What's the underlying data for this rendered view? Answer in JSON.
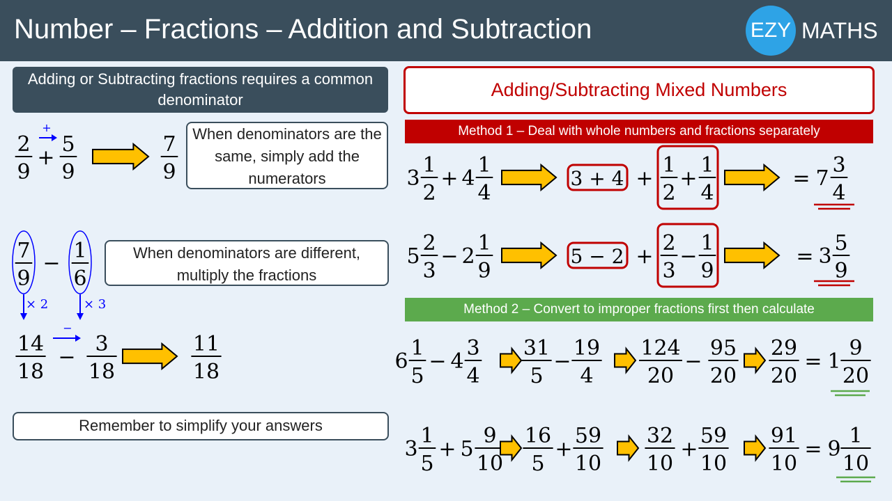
{
  "header": {
    "title": "Number – Fractions – Addition and Subtraction",
    "logo_circle": "EZY",
    "logo_text": "MATHS"
  },
  "left": {
    "banner": "Adding or Subtracting fractions requires a common denominator",
    "same_denominators_note": "When denominators are the same, simply add the numerators",
    "different_denominators_note": "When denominators are different, multiply the fractions",
    "simplify_note": "Remember to simplify your answers",
    "example1": {
      "a": [
        "2",
        "9"
      ],
      "op": "+",
      "b": [
        "5",
        "9"
      ],
      "result": [
        "7",
        "9"
      ],
      "arrow_op": "+"
    },
    "example2": {
      "a": [
        "7",
        "9"
      ],
      "op": "−",
      "b": [
        "1",
        "6"
      ],
      "mult_a": "× 2",
      "mult_b": "× 3",
      "a2": [
        "14",
        "18"
      ],
      "b2": [
        "3",
        "18"
      ],
      "arrow_op": "−",
      "result": [
        "11",
        "18"
      ]
    }
  },
  "right": {
    "title": "Adding/Subtracting Mixed Numbers",
    "method1_label": "Method 1 – Deal with whole numbers and fractions separately",
    "method2_label": "Method 2 – Convert to improper fractions first then calculate",
    "m1_ex1": {
      "w1": "3",
      "f1": [
        "1",
        "2"
      ],
      "op": "+",
      "w2": "4",
      "f2": [
        "1",
        "4"
      ],
      "whole_expr": "3 + 4",
      "plus": "+",
      "frac_a": [
        "1",
        "2"
      ],
      "frac_op": "+",
      "frac_b": [
        "1",
        "4"
      ],
      "eq": "=",
      "ans_whole": "7",
      "ans_frac": [
        "3",
        "4"
      ]
    },
    "m1_ex2": {
      "w1": "5",
      "f1": [
        "2",
        "3"
      ],
      "op": "−",
      "w2": "2",
      "f2": [
        "1",
        "9"
      ],
      "whole_expr": "5 − 2",
      "plus": "+",
      "frac_a": [
        "2",
        "3"
      ],
      "frac_op": "−",
      "frac_b": [
        "1",
        "9"
      ],
      "eq": "=",
      "ans_whole": "3",
      "ans_frac": [
        "5",
        "9"
      ]
    },
    "m2_ex1": {
      "w1": "6",
      "f1": [
        "1",
        "5"
      ],
      "op": "−",
      "w2": "4",
      "f2": [
        "3",
        "4"
      ],
      "imp_a": [
        "31",
        "5"
      ],
      "imp_op": "−",
      "imp_b": [
        "19",
        "4"
      ],
      "com_a": [
        "124",
        "20"
      ],
      "com_op": "−",
      "com_b": [
        "95",
        "20"
      ],
      "res": [
        "29",
        "20"
      ],
      "eq": "=",
      "ans_whole": "1",
      "ans_frac": [
        "9",
        "20"
      ]
    },
    "m2_ex2": {
      "w1": "3",
      "f1": [
        "1",
        "5"
      ],
      "op": "+",
      "w2": "5",
      "f2": [
        "9",
        "10"
      ],
      "imp_a": [
        "16",
        "5"
      ],
      "imp_op": "+",
      "imp_b": [
        "59",
        "10"
      ],
      "com_a": [
        "32",
        "10"
      ],
      "com_op": "+",
      "com_b": [
        "59",
        "10"
      ],
      "res": [
        "91",
        "10"
      ],
      "eq": "=",
      "ans_whole": "9",
      "ans_frac": [
        "1",
        "10"
      ]
    }
  },
  "colors": {
    "header_bg": "#3a4e5c",
    "page_bg": "#e9f1f9",
    "accent_red": "#c00000",
    "accent_green": "#5caa4d",
    "arrow_fill": "#ffc000",
    "blue": "#0000ff",
    "logo_blue": "#2ea3e6"
  }
}
